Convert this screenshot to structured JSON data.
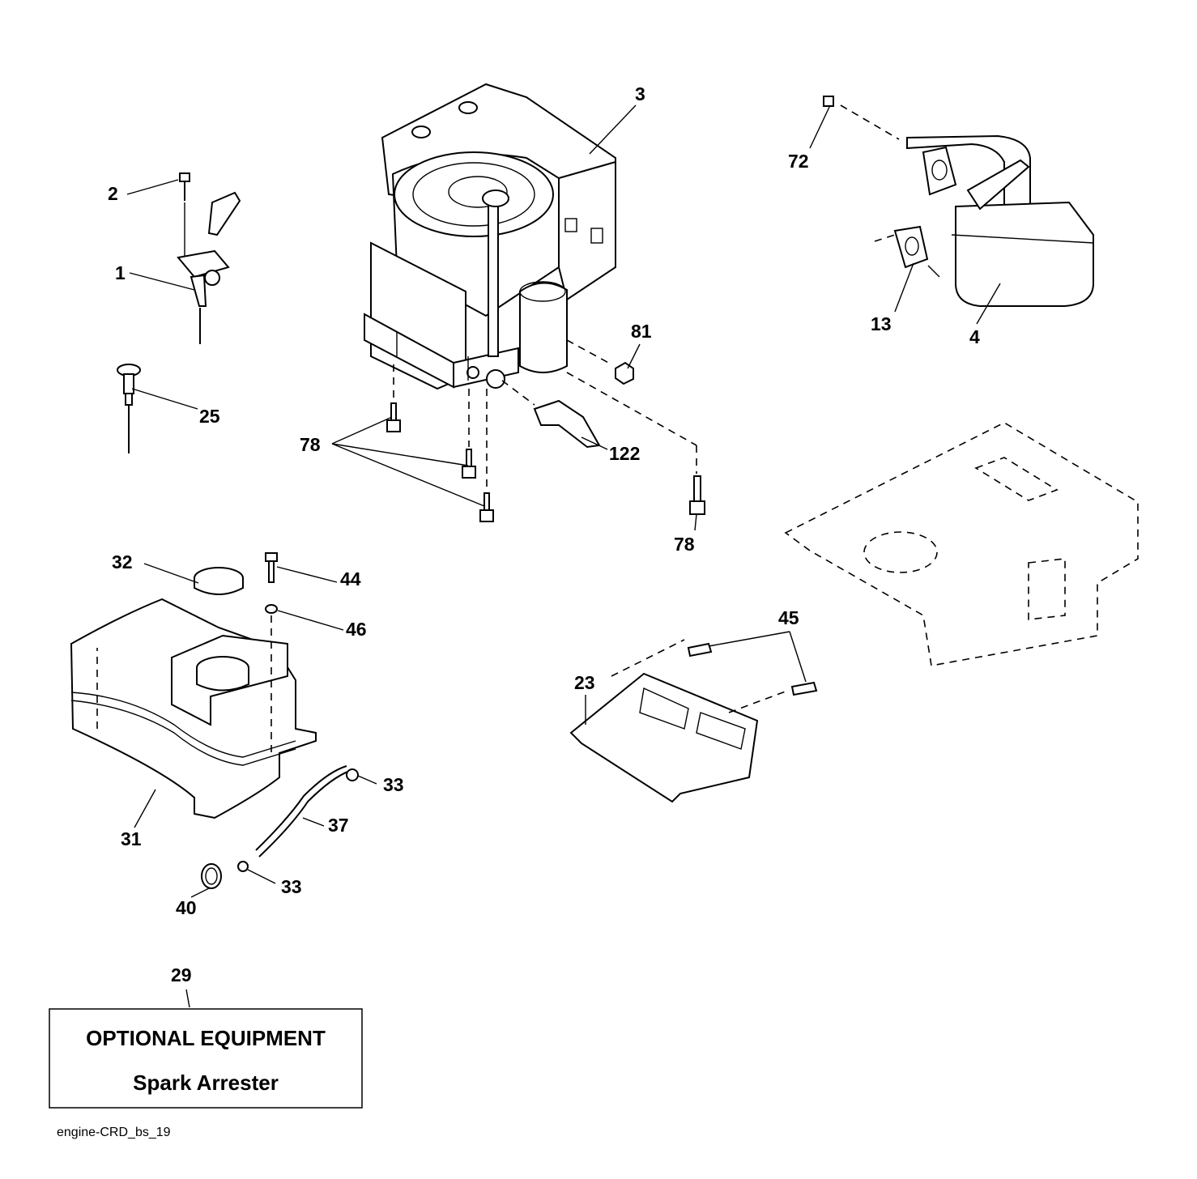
{
  "callouts": {
    "c3": "3",
    "c72": "72",
    "c2": "2",
    "c1": "1",
    "c13": "13",
    "c4": "4",
    "c81": "81",
    "c25": "25",
    "c78a": "78",
    "c122": "122",
    "c78b": "78",
    "c32": "32",
    "c44": "44",
    "c46": "46",
    "c45": "45",
    "c23": "23",
    "c33a": "33",
    "c37": "37",
    "c31": "31",
    "c33b": "33",
    "c40": "40",
    "c29": "29"
  },
  "optional_box": {
    "line1": "OPTIONAL EQUIPMENT",
    "line2": "Spark Arrester"
  },
  "footer": {
    "drawing_id": "engine-CRD_bs_19"
  }
}
